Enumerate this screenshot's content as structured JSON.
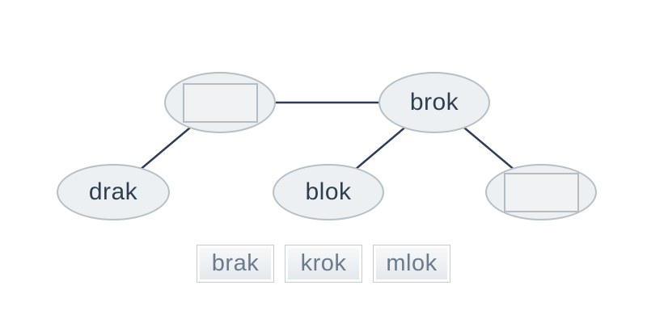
{
  "diagram": {
    "nodes": [
      {
        "id": "slot-1",
        "label": "",
        "type": "empty-slot"
      },
      {
        "id": "brok",
        "label": "brok",
        "type": "word"
      },
      {
        "id": "drak",
        "label": "drak",
        "type": "word"
      },
      {
        "id": "blok",
        "label": "blok",
        "type": "word"
      },
      {
        "id": "slot-2",
        "label": "",
        "type": "empty-slot"
      }
    ],
    "edges": [
      {
        "from": "slot-1",
        "to": "brok"
      },
      {
        "from": "slot-1",
        "to": "drak"
      },
      {
        "from": "brok",
        "to": "blok"
      },
      {
        "from": "brok",
        "to": "slot-2"
      }
    ]
  },
  "word_bank": {
    "tiles": [
      {
        "label": "brak"
      },
      {
        "label": "krok"
      },
      {
        "label": "mlok"
      }
    ]
  },
  "colors": {
    "background": "#ffffff",
    "node_fill": "#edf0f2",
    "node_border": "#b7bfc6",
    "node_text": "#2e3f51",
    "edge_stroke": "#2b3c53",
    "drop_slot_fill": "#f0f2f4",
    "drop_slot_border": "#b5bcc3",
    "tile_border": "#c5ccd2",
    "tile_text": "#6b7b8b"
  }
}
